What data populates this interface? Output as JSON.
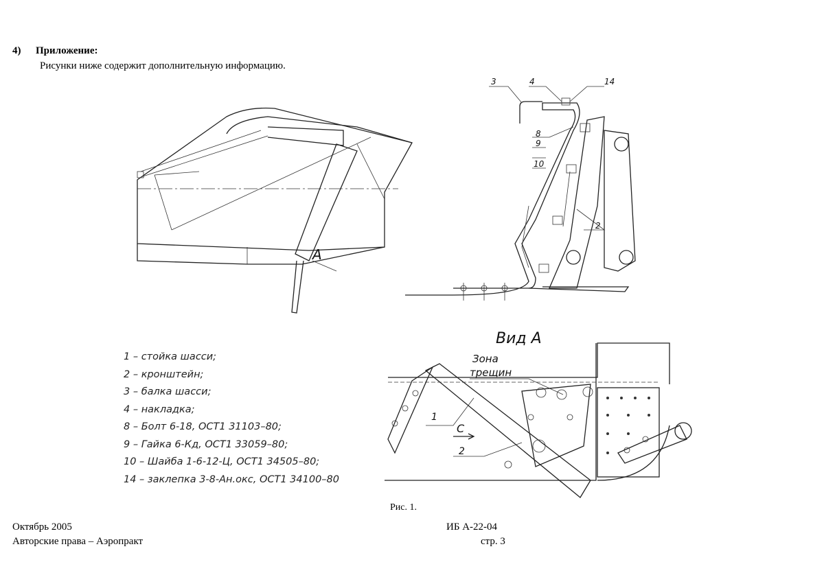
{
  "section": {
    "number": "4)",
    "title": "Приложение:",
    "intro": "Рисунки ниже содержит дополнительную информацию."
  },
  "figure": {
    "caption": "Рис. 1.",
    "side_view": {
      "label_a": "A"
    },
    "bracket_view": {
      "labels": [
        "3",
        "4",
        "14",
        "8",
        "9",
        "10",
        "2"
      ]
    },
    "view_a": {
      "title": "Вид А",
      "zone_line1": "Зона",
      "zone_line2": "трещин",
      "label_1": "1",
      "label_2": "2",
      "label_c": "C"
    },
    "legend": [
      "1 – стойка шасси;",
      "2 – кронштейн;",
      "3 – балка шасси;",
      "4 – накладка;",
      "8 – Болт 6-18, ОСТ1 31103–80;",
      "9 – Гайка 6-Кд, ОСТ1 33059–80;",
      "10 – Шайба 1-6-12-Ц, ОСТ1 34505–80;",
      "14 – заклепка 3-8-Ан.окс, ОСТ1 34100–80"
    ]
  },
  "footer": {
    "date": "Октябрь 2005",
    "copyright": "Авторские права – Аэропракт",
    "doc_id": "ИБ А-22-04",
    "page": "стр. 3"
  }
}
